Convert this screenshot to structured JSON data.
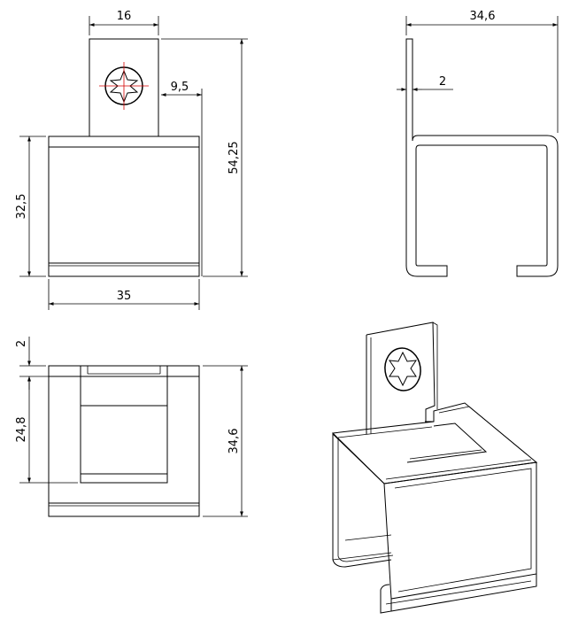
{
  "front_view": {
    "dim_tab_width": "16",
    "dim_hole_offset": "9,5",
    "dim_total_height": "54,25",
    "dim_body_height": "32,5",
    "dim_body_width": "35"
  },
  "side_view": {
    "dim_width": "34,6",
    "dim_thickness": "2"
  },
  "bottom_view": {
    "dim_wall": "2",
    "dim_inner": "24,8",
    "dim_outer": "34,6"
  },
  "iso_view": {}
}
